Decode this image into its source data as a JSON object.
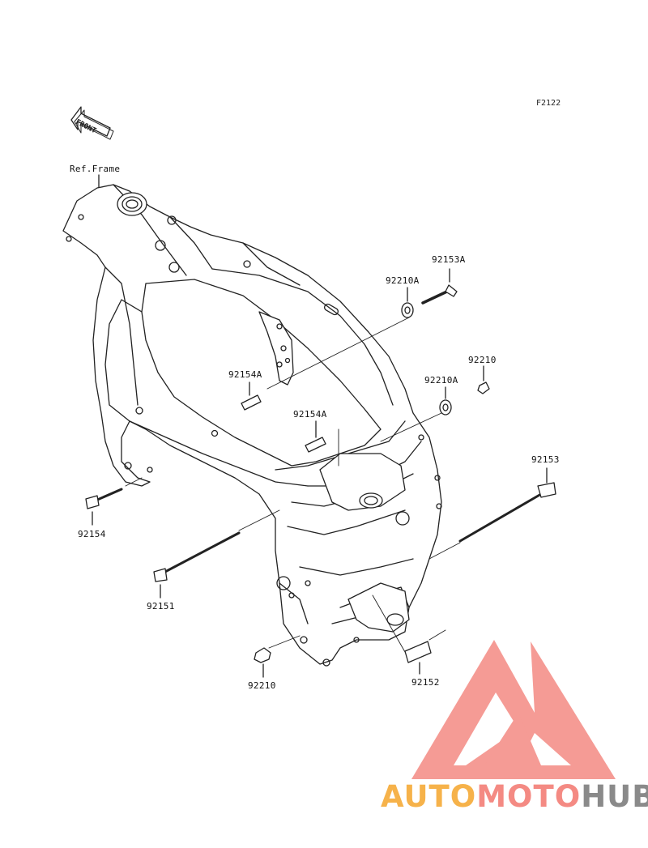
{
  "diagram": {
    "figure_code": "F2122",
    "front_arrow_text": "FRONT",
    "ref_label": "Ref.Frame",
    "parts": [
      {
        "id": "92153A",
        "label": "92153A"
      },
      {
        "id": "92210A_top",
        "label": "92210A"
      },
      {
        "id": "92210_right",
        "label": "92210"
      },
      {
        "id": "92210A_mid",
        "label": "92210A"
      },
      {
        "id": "92154A_left",
        "label": "92154A"
      },
      {
        "id": "92154A_mid",
        "label": "92154A"
      },
      {
        "id": "92153",
        "label": "92153"
      },
      {
        "id": "92154",
        "label": "92154"
      },
      {
        "id": "92151",
        "label": "92151"
      },
      {
        "id": "92210_bottom",
        "label": "92210"
      },
      {
        "id": "92152",
        "label": "92152"
      }
    ]
  },
  "watermark": {
    "part1": "AUTO",
    "part2": "MOTO",
    "part3": "HUB",
    "colors": {
      "auto": "#f6b24a",
      "moto": "#f48a83",
      "hub": "#8a8a8a",
      "logo": "#f07e77"
    }
  }
}
